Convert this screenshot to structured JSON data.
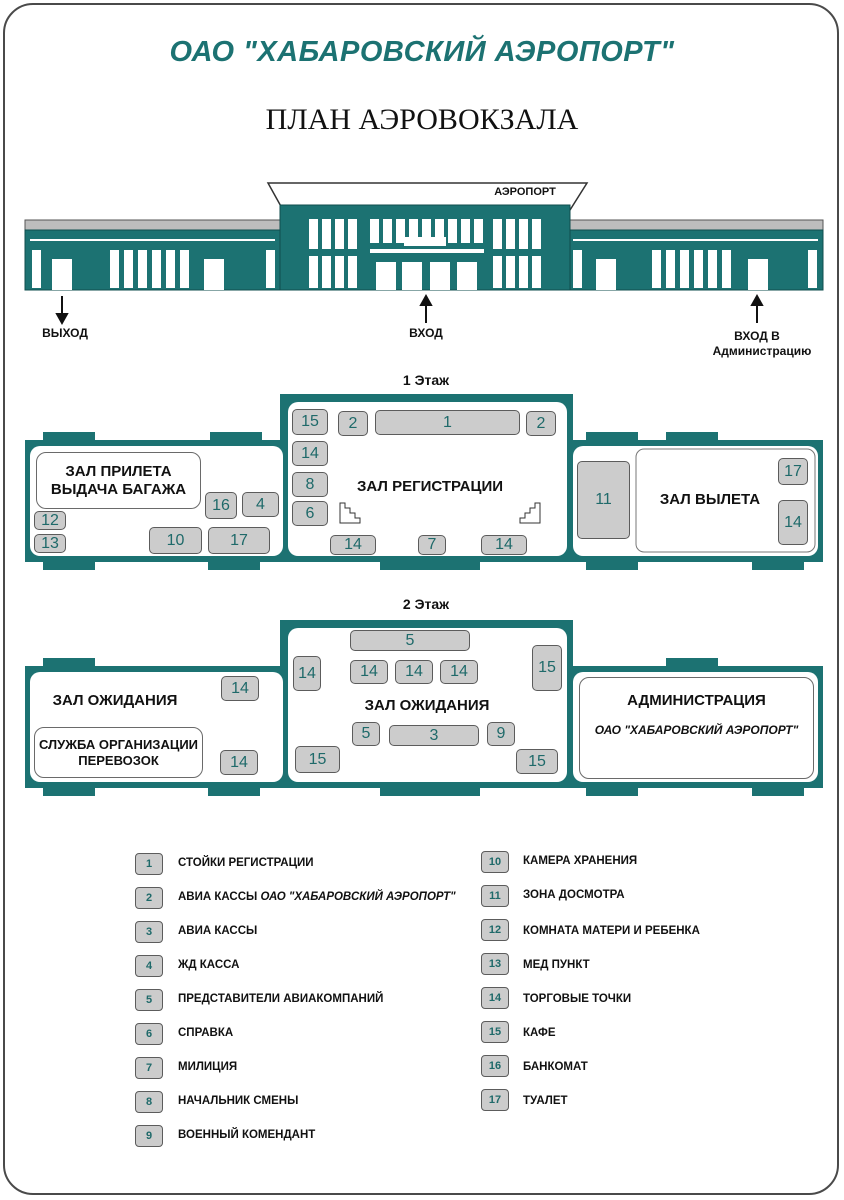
{
  "header": {
    "company": "ОАО \"ХАБАРОВСКИЙ АЭРОПОРТ\"",
    "plan_title": "ПЛАН АЭРОВОКЗАЛА"
  },
  "facade": {
    "sign": "АЭРОПОРТ",
    "exit_label": "ВЫХОД",
    "entrance_label": "ВХОД",
    "admin_entrance_line1": "ВХОД В",
    "admin_entrance_line2": "Администрацию"
  },
  "floor1": {
    "title": "1 Этаж",
    "arrival_hall_line1": "ЗАЛ ПРИЛЕТА",
    "arrival_hall_line2": "ВЫДАЧА БАГАЖА",
    "registration_hall": "ЗАЛ РЕГИСТРАЦИИ",
    "departure_hall": "ЗАЛ ВЫЛЕТА",
    "markers": [
      "15",
      "2",
      "1",
      "2",
      "14",
      "8",
      "6",
      "14",
      "7",
      "14",
      "16",
      "4",
      "12",
      "13",
      "10",
      "17",
      "11",
      "17",
      "14"
    ]
  },
  "floor2": {
    "title": "2 Этаж",
    "waiting_hall_left": "ЗАЛ ОЖИДАНИЯ",
    "service_line1": "СЛУЖБА ОРГАНИЗАЦИИ",
    "service_line2": "ПЕРЕВОЗОК",
    "waiting_hall_center": "ЗАЛ ОЖИДАНИЯ",
    "administration": "АДМИНИСТРАЦИЯ",
    "administration_company": "ОАО \"ХАБАРОВСКИЙ АЭРОПОРТ\"",
    "markers": [
      "14",
      "14",
      "5",
      "14",
      "14",
      "14",
      "14",
      "15",
      "5",
      "3",
      "9",
      "15",
      "15"
    ]
  },
  "legend": {
    "left": [
      {
        "num": "1",
        "text": "СТОЙКИ  РЕГИСТРАЦИИ"
      },
      {
        "num": "2",
        "text": "АВИА  КАССЫ",
        "italic": "ОАО \"ХАБАРОВСКИЙ АЭРОПОРТ\""
      },
      {
        "num": "3",
        "text": "АВИА КАССЫ"
      },
      {
        "num": "4",
        "text": "ЖД КАССА"
      },
      {
        "num": "5",
        "text": "ПРЕДСТАВИТЕЛИ АВИАКОМПАНИЙ"
      },
      {
        "num": "6",
        "text": "СПРАВКА"
      },
      {
        "num": "7",
        "text": "МИЛИЦИЯ"
      },
      {
        "num": "8",
        "text": "НАЧАЛЬНИК СМЕНЫ"
      },
      {
        "num": "9",
        "text": "ВОЕННЫЙ КОМЕНДАНТ"
      }
    ],
    "right": [
      {
        "num": "10",
        "text": "КАМЕРА ХРАНЕНИЯ"
      },
      {
        "num": "11",
        "text": "ЗОНА ДОСМОТРА"
      },
      {
        "num": "12",
        "text": "КОМНАТА МАТЕРИ И РЕБЕНКА"
      },
      {
        "num": "13",
        "text": "МЕД ПУНКТ"
      },
      {
        "num": "14",
        "text": "ТОРГОВЫЕ ТОЧКИ"
      },
      {
        "num": "15",
        "text": "КАФЕ"
      },
      {
        "num": "16",
        "text": "БАНКОМАТ"
      },
      {
        "num": "17",
        "text": "ТУАЛЕТ"
      }
    ]
  },
  "colors": {
    "teal": "#1c7272",
    "marker_fill": "#cccccc",
    "roof_gray": "#bdbdbd"
  }
}
